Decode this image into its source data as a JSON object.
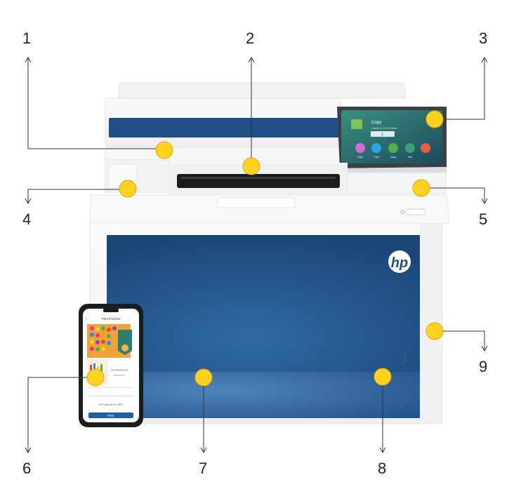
{
  "callouts": [
    "1",
    "2",
    "3",
    "4",
    "5",
    "6",
    "7",
    "8",
    "9"
  ],
  "brand": {
    "logo_text": "hp"
  },
  "control_panel": {
    "app_title": "Copy",
    "app_subtitle": "Colour | 1 to 2 Sided",
    "copies": "1",
    "apps": [
      "Scan",
      "Print",
      "Copy",
      "Info"
    ]
  },
  "trays": {
    "tray1": "1",
    "tray2": "2"
  },
  "phone": {
    "header": "Print Preview",
    "option_label": "HP LaserJet Pro MFP",
    "button_label": "Print"
  },
  "colors": {
    "panel_blue": "#1f4f86",
    "tray_blue": "#2a5c92",
    "hotspot": "#ffd21f",
    "body_white": "#f4f5f6"
  }
}
